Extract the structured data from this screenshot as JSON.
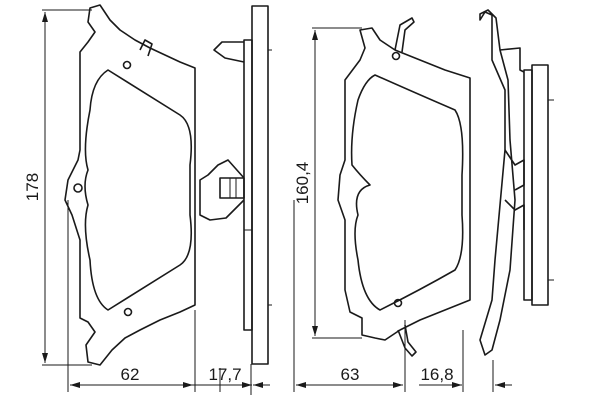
{
  "title": "Brake pad set dimensional drawing",
  "dimensions": {
    "pad1_height": "178",
    "pad1_width": "62",
    "pad1_thickness": "17,7",
    "pad2_height": "160,4",
    "pad2_width": "63",
    "pad2_thickness": "16,8"
  },
  "colors": {
    "line": "#1a1a1a",
    "background": "#ffffff"
  }
}
